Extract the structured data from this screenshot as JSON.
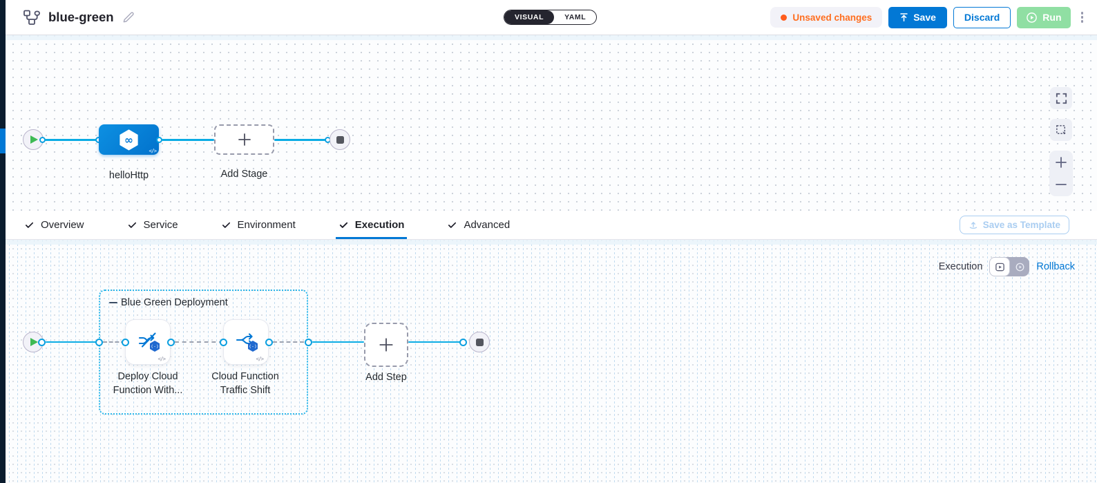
{
  "header": {
    "title": "blue-green",
    "mode_toggle": {
      "visual": "VISUAL",
      "yaml": "YAML"
    },
    "unsaved_badge": "Unsaved changes",
    "save_label": "Save",
    "discard_label": "Discard",
    "run_label": "Run"
  },
  "stage_pipeline": {
    "stage_label": "helloHttp",
    "add_stage_label": "Add Stage"
  },
  "tabs": {
    "items": [
      {
        "label": "Overview",
        "active": false
      },
      {
        "label": "Service",
        "active": false
      },
      {
        "label": "Environment",
        "active": false
      },
      {
        "label": "Execution",
        "active": true
      },
      {
        "label": "Advanced",
        "active": false
      }
    ],
    "save_as_template_label": "Save as Template"
  },
  "execution": {
    "mode_label": "Execution",
    "rollback_label": "Rollback",
    "group_label": "Blue Green Deployment",
    "steps": [
      {
        "label": "Deploy Cloud Function With..."
      },
      {
        "label": "Cloud Function Traffic Shift"
      }
    ],
    "add_step_label": "Add Step"
  },
  "icons": {
    "stage_infinity_glyph": "∞",
    "code_glyph": "</>",
    "gcf_badge_glyph": "(-)"
  },
  "colors": {
    "accent_blue": "#0278d5",
    "connector_blue": "#0aace4",
    "unsaved_orange": "#ff6e1f",
    "run_green": "#90dfa3",
    "group_border_cyan": "#29b6ea",
    "toggle_dark": "#25252f"
  }
}
